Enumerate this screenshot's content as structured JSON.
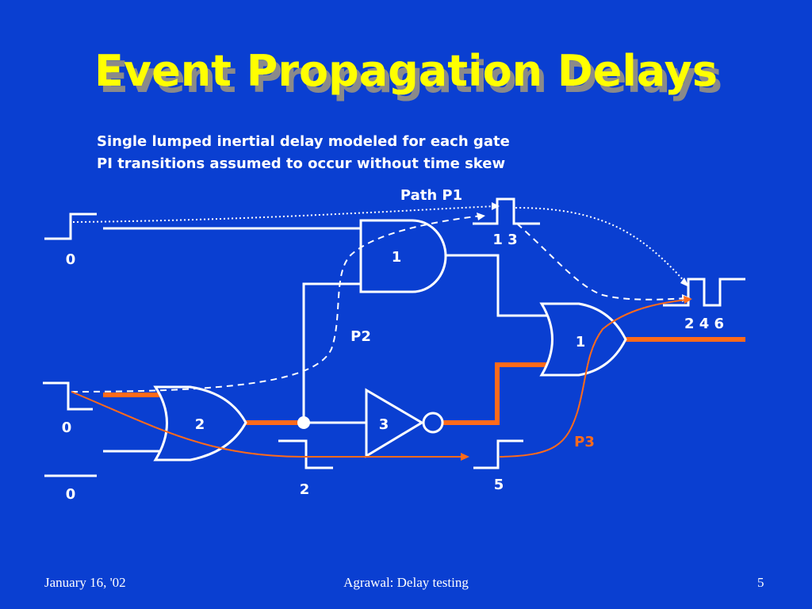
{
  "title": "Event Propagation Delays",
  "subtitle_lines": [
    "Single lumped inertial delay modeled for each gate",
    "PI transitions assumed to occur without time skew"
  ],
  "labels": {
    "path_p1": "Path P1",
    "p2": "P2",
    "p3": "P3",
    "input_a_time": "0",
    "input_b_time": "0",
    "input_c_time": "0",
    "and_out_times": "1 3",
    "or_out_times": "2 4 6",
    "or2_out_time": "2",
    "inv_out_time": "5"
  },
  "gates": {
    "and1": "1",
    "or1": "1",
    "or2": "2",
    "inv3": "3"
  },
  "footer": {
    "date": "January 16, '02",
    "center": "Agrawal: Delay testing",
    "page": "5"
  },
  "colors": {
    "background": "#0a3fd1",
    "title": "#ffff00",
    "title_shadow": "#8a8a8a",
    "highlight_wire": "#ff6a1a",
    "p3_label": "#ff6a1a",
    "lines": "#ffffff"
  }
}
